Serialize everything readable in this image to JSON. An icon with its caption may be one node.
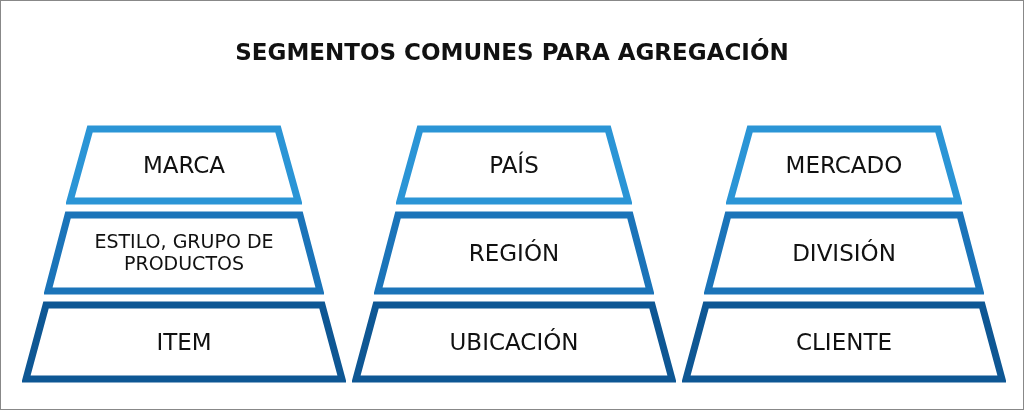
{
  "diagram": {
    "title": "SEGMENTOS COMUNES PARA AGREGACIÓN",
    "nodes": [
      {
        "text": [
          "MARCA"
        ]
      },
      {
        "text": [
          "PAÍS"
        ]
      },
      {
        "text": [
          "MERCADO"
        ]
      },
      {
        "text": [
          "ESTILO, GRUPO DE PRODUCTOS"
        ]
      },
      {
        "text": [
          "REGIÓN"
        ]
      },
      {
        "text": [
          "DIVISIÓN"
        ]
      },
      {
        "text": [
          "ITEM"
        ]
      },
      {
        "text": [
          "UBICACIÓN"
        ]
      },
      {
        "text": [
          "CLIENTE"
        ]
      }
    ]
  }
}
